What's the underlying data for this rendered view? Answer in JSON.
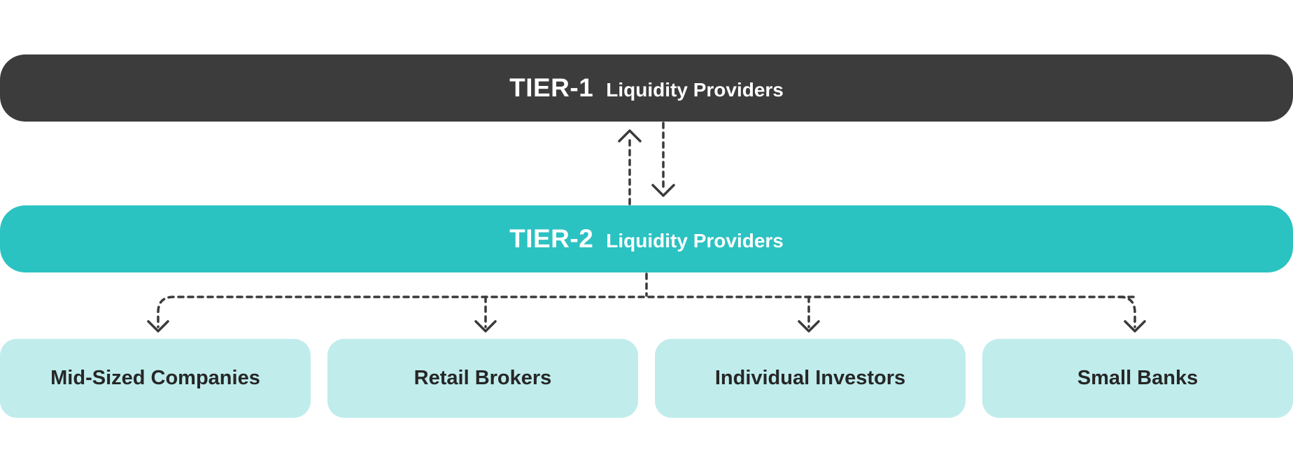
{
  "tier1": {
    "name": "TIER-1",
    "subtitle": "Liquidity Providers",
    "color": "#3c3c3c"
  },
  "tier2": {
    "name": "TIER-2",
    "subtitle": "Liquidity Providers",
    "color": "#2bc2c2"
  },
  "clients": [
    {
      "label": "Mid-Sized Companies"
    },
    {
      "label": "Retail Brokers"
    },
    {
      "label": "Individual Investors"
    },
    {
      "label": "Small Banks"
    }
  ],
  "client_box_color": "#c0ecec",
  "connector_color": "#3a3a3a"
}
